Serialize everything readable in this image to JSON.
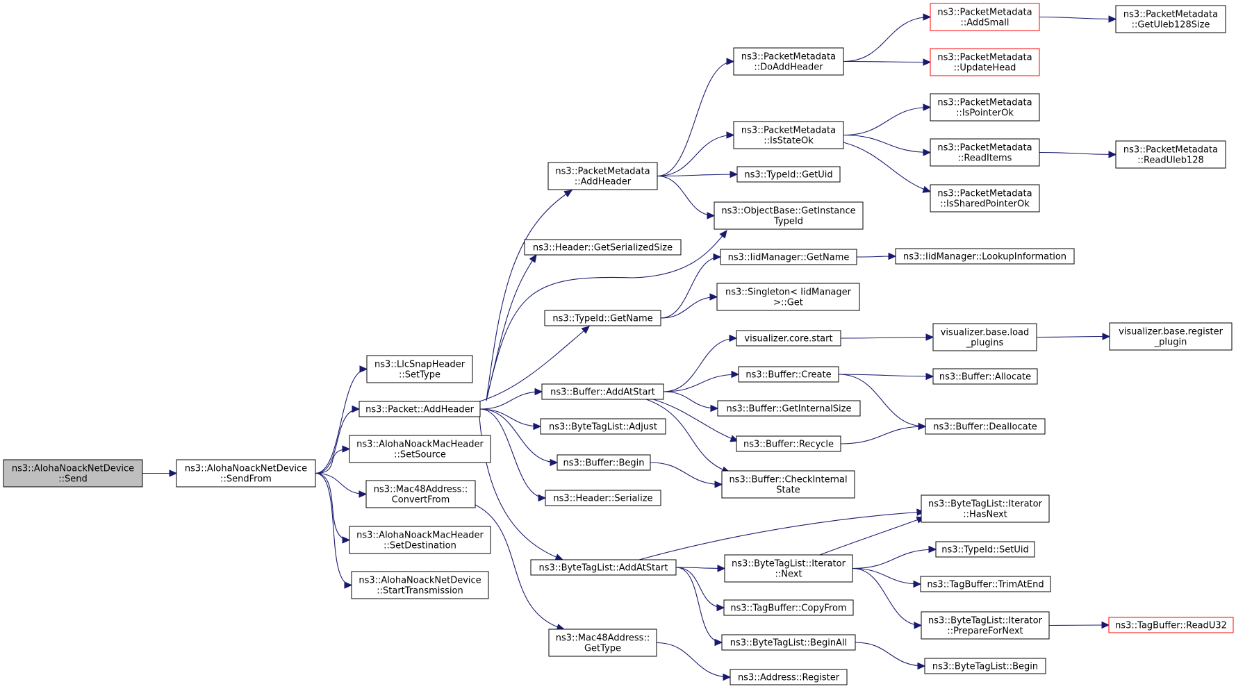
{
  "graph": {
    "nodes": [
      {
        "id": "n0",
        "lines": [
          "ns3::AlohaNoackNetDevice",
          "::Send"
        ],
        "style": "root"
      },
      {
        "id": "n1",
        "lines": [
          "ns3::AlohaNoackNetDevice",
          "::SendFrom"
        ],
        "style": "normal"
      },
      {
        "id": "n2",
        "lines": [
          "ns3::LlcSnapHeader",
          "::SetType"
        ],
        "style": "normal"
      },
      {
        "id": "n3",
        "lines": [
          "ns3::Packet::AddHeader"
        ],
        "style": "normal"
      },
      {
        "id": "n4",
        "lines": [
          "ns3::AlohaNoackMacHeader",
          "::SetSource"
        ],
        "style": "normal"
      },
      {
        "id": "n5",
        "lines": [
          "ns3::Mac48Address::",
          "ConvertFrom"
        ],
        "style": "normal"
      },
      {
        "id": "n6",
        "lines": [
          "ns3::AlohaNoackMacHeader",
          "::SetDestination"
        ],
        "style": "normal"
      },
      {
        "id": "n7",
        "lines": [
          "ns3::AlohaNoackNetDevice",
          "::StartTransmission"
        ],
        "style": "normal"
      },
      {
        "id": "n8",
        "lines": [
          "ns3::PacketMetadata",
          "::AddHeader"
        ],
        "style": "normal"
      },
      {
        "id": "n9",
        "lines": [
          "ns3::Header::GetSerializedSize"
        ],
        "style": "normal"
      },
      {
        "id": "n10",
        "lines": [
          "ns3::TypeId::GetName"
        ],
        "style": "normal"
      },
      {
        "id": "n11",
        "lines": [
          "ns3::Buffer::AddAtStart"
        ],
        "style": "normal"
      },
      {
        "id": "n12",
        "lines": [
          "ns3::ByteTagList::Adjust"
        ],
        "style": "normal"
      },
      {
        "id": "n13",
        "lines": [
          "ns3::Buffer::Begin"
        ],
        "style": "normal"
      },
      {
        "id": "n14",
        "lines": [
          "ns3::Header::Serialize"
        ],
        "style": "normal"
      },
      {
        "id": "n15",
        "lines": [
          "ns3::ByteTagList::AddAtStart"
        ],
        "style": "normal"
      },
      {
        "id": "n16",
        "lines": [
          "ns3::Mac48Address::",
          "GetType"
        ],
        "style": "normal"
      },
      {
        "id": "n17",
        "lines": [
          "ns3::PacketMetadata",
          "::DoAddHeader"
        ],
        "style": "normal"
      },
      {
        "id": "n18",
        "lines": [
          "ns3::PacketMetadata",
          "::IsStateOk"
        ],
        "style": "normal"
      },
      {
        "id": "n19",
        "lines": [
          "ns3::TypeId::GetUid"
        ],
        "style": "normal"
      },
      {
        "id": "n20",
        "lines": [
          "ns3::ObjectBase::GetInstance",
          "TypeId"
        ],
        "style": "normal"
      },
      {
        "id": "n21",
        "lines": [
          "ns3::IidManager::GetName"
        ],
        "style": "normal"
      },
      {
        "id": "n22",
        "lines": [
          "ns3::Singleton< IidManager",
          " >::Get"
        ],
        "style": "normal"
      },
      {
        "id": "n23",
        "lines": [
          "visualizer.core.start"
        ],
        "style": "normal"
      },
      {
        "id": "n24",
        "lines": [
          "ns3::Buffer::Create"
        ],
        "style": "normal"
      },
      {
        "id": "n25",
        "lines": [
          "ns3::Buffer::GetInternalSize"
        ],
        "style": "normal"
      },
      {
        "id": "n26",
        "lines": [
          "ns3::Buffer::Recycle"
        ],
        "style": "normal"
      },
      {
        "id": "n27",
        "lines": [
          "ns3::Buffer::CheckInternal",
          "State"
        ],
        "style": "normal"
      },
      {
        "id": "n28",
        "lines": [
          "ns3::ByteTagList::Iterator",
          "::Next"
        ],
        "style": "normal"
      },
      {
        "id": "n29",
        "lines": [
          "ns3::TagBuffer::CopyFrom"
        ],
        "style": "normal"
      },
      {
        "id": "n30",
        "lines": [
          "ns3::ByteTagList::BeginAll"
        ],
        "style": "normal"
      },
      {
        "id": "n31",
        "lines": [
          "ns3::Address::Register"
        ],
        "style": "normal"
      },
      {
        "id": "n32",
        "lines": [
          "ns3::PacketMetadata",
          "::AddSmall"
        ],
        "style": "truncated"
      },
      {
        "id": "n33",
        "lines": [
          "ns3::PacketMetadata",
          "::UpdateHead"
        ],
        "style": "truncated"
      },
      {
        "id": "n34",
        "lines": [
          "ns3::PacketMetadata",
          "::IsPointerOk"
        ],
        "style": "normal"
      },
      {
        "id": "n35",
        "lines": [
          "ns3::PacketMetadata",
          "::ReadItems"
        ],
        "style": "normal"
      },
      {
        "id": "n36",
        "lines": [
          "ns3::PacketMetadata",
          "::IsSharedPointerOk"
        ],
        "style": "normal"
      },
      {
        "id": "n37",
        "lines": [
          "ns3::IidManager::LookupInformation"
        ],
        "style": "normal"
      },
      {
        "id": "n38",
        "lines": [
          "visualizer.base.load",
          "_plugins"
        ],
        "style": "normal"
      },
      {
        "id": "n39",
        "lines": [
          "ns3::Buffer::Allocate"
        ],
        "style": "normal"
      },
      {
        "id": "n40",
        "lines": [
          "ns3::Buffer::Deallocate"
        ],
        "style": "normal"
      },
      {
        "id": "n41",
        "lines": [
          "ns3::ByteTagList::Iterator",
          "::HasNext"
        ],
        "style": "normal"
      },
      {
        "id": "n42",
        "lines": [
          "ns3::TypeId::SetUid"
        ],
        "style": "normal"
      },
      {
        "id": "n43",
        "lines": [
          "ns3::TagBuffer::TrimAtEnd"
        ],
        "style": "normal"
      },
      {
        "id": "n44",
        "lines": [
          "ns3::ByteTagList::Iterator",
          "::PrepareForNext"
        ],
        "style": "normal"
      },
      {
        "id": "n45",
        "lines": [
          "ns3::ByteTagList::Begin"
        ],
        "style": "normal"
      },
      {
        "id": "n46",
        "lines": [
          "ns3::PacketMetadata",
          "::GetUleb128Size"
        ],
        "style": "normal"
      },
      {
        "id": "n47",
        "lines": [
          "ns3::PacketMetadata",
          "::ReadUleb128"
        ],
        "style": "normal"
      },
      {
        "id": "n48",
        "lines": [
          "visualizer.base.register",
          "_plugin"
        ],
        "style": "normal"
      },
      {
        "id": "n49",
        "lines": [
          "ns3::TagBuffer::ReadU32"
        ],
        "style": "truncated"
      }
    ],
    "edges": [
      [
        "n0",
        "n1"
      ],
      [
        "n1",
        "n2"
      ],
      [
        "n1",
        "n3"
      ],
      [
        "n1",
        "n4"
      ],
      [
        "n1",
        "n5"
      ],
      [
        "n1",
        "n6"
      ],
      [
        "n1",
        "n7"
      ],
      [
        "n3",
        "n8"
      ],
      [
        "n3",
        "n9"
      ],
      [
        "n3",
        "n20"
      ],
      [
        "n3",
        "n10"
      ],
      [
        "n3",
        "n11"
      ],
      [
        "n3",
        "n12"
      ],
      [
        "n3",
        "n13"
      ],
      [
        "n3",
        "n14"
      ],
      [
        "n3",
        "n15"
      ],
      [
        "n5",
        "n16"
      ],
      [
        "n8",
        "n17"
      ],
      [
        "n8",
        "n18"
      ],
      [
        "n8",
        "n19"
      ],
      [
        "n8",
        "n20"
      ],
      [
        "n10",
        "n21"
      ],
      [
        "n10",
        "n22"
      ],
      [
        "n11",
        "n23"
      ],
      [
        "n11",
        "n24"
      ],
      [
        "n11",
        "n25"
      ],
      [
        "n11",
        "n26"
      ],
      [
        "n11",
        "n27"
      ],
      [
        "n13",
        "n27"
      ],
      [
        "n15",
        "n41"
      ],
      [
        "n15",
        "n28"
      ],
      [
        "n15",
        "n29"
      ],
      [
        "n15",
        "n30"
      ],
      [
        "n16",
        "n31"
      ],
      [
        "n17",
        "n32"
      ],
      [
        "n17",
        "n33"
      ],
      [
        "n18",
        "n34"
      ],
      [
        "n18",
        "n35"
      ],
      [
        "n18",
        "n36"
      ],
      [
        "n21",
        "n37"
      ],
      [
        "n23",
        "n38"
      ],
      [
        "n24",
        "n39"
      ],
      [
        "n24",
        "n40"
      ],
      [
        "n26",
        "n40"
      ],
      [
        "n28",
        "n41"
      ],
      [
        "n28",
        "n42"
      ],
      [
        "n28",
        "n43"
      ],
      [
        "n28",
        "n44"
      ],
      [
        "n30",
        "n45"
      ],
      [
        "n32",
        "n46"
      ],
      [
        "n35",
        "n47"
      ],
      [
        "n38",
        "n48"
      ],
      [
        "n44",
        "n49"
      ]
    ]
  }
}
